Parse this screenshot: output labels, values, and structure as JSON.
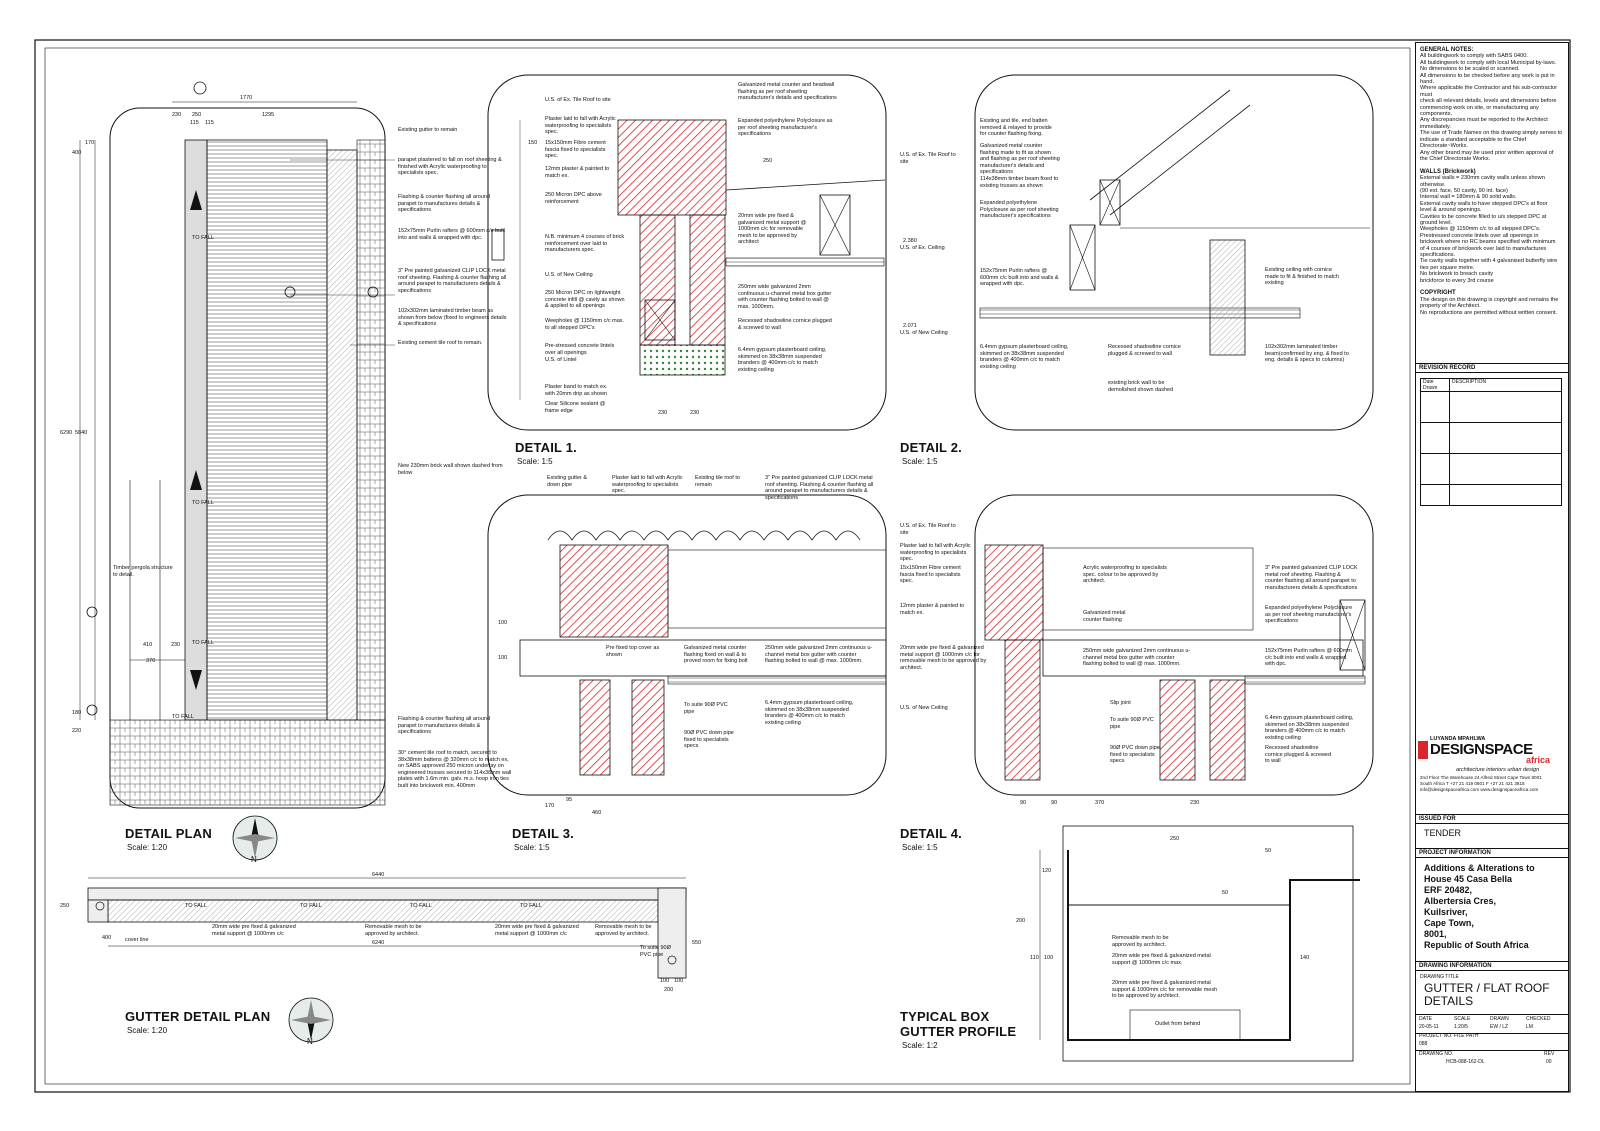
{
  "details": {
    "plan": {
      "title": "DETAIL PLAN",
      "scale": "Scale: 1:20"
    },
    "d1": {
      "title": "DETAIL 1.",
      "scale": "Scale: 1:5"
    },
    "d2": {
      "title": "DETAIL 2.",
      "scale": "Scale: 1:5"
    },
    "d3": {
      "title": "DETAIL 3.",
      "scale": "Scale: 1:5"
    },
    "d4": {
      "title": "DETAIL 4.",
      "scale": "Scale: 1:5"
    },
    "gutter": {
      "title": "GUTTER DETAIL PLAN",
      "scale": "Scale: 1:20"
    },
    "box": {
      "title1": "TYPICAL BOX",
      "title2": "GUTTER PROFILE",
      "scale": "Scale: 1:2"
    }
  },
  "plan_notes": [
    "Existing gutter to remain",
    "parapet plastered to fall on roof sheeting & finished with Acrylic waterproofing to specialists spec.",
    "Flashing & counter flashing all around parapet to manufactures details & specifications",
    "152x75mm Purlin rafters @ 600mm c/c built into and walls & wrapped with dpc.",
    "3\" Pre painted galvanized CLIP LOCK metal roof sheeting. Flashing & counter flashing all around parapet to manufacturers details & specifications",
    "102x302mm laminated timber beam as shown from below (fixed to engineers details & specifications",
    "Existing cement tile roof to remain.",
    "New 230mm brick wall shown dashed from below",
    "Timber pergola structure to detail.",
    "Flashing & counter flashing all around parapet to manufactures details & specifications",
    "30° cement tile roof to match, secured to 38x38mm battens @ 320mm c/c to match ex, on SABS approved 250 micron underlay on engineered trusses secured to 114x38mm wall plates with 1.6m min. galv. m.s. hoop iron ties built into brickwork min. 400mm"
  ],
  "plan_dims": [
    "1770",
    "230",
    "250",
    "115",
    "115",
    "1295",
    "400",
    "170",
    "6290",
    "5840",
    "410",
    "230",
    "370",
    "180",
    "220"
  ],
  "plan_labels": [
    "TO FALL",
    "TO FALL",
    "TO FALL",
    "TO FALL"
  ],
  "d1_notes": [
    "U.S. of Ex. Tile Roof to site",
    "Plaster laid to fall with Acrylic waterproofing to specialists spec.",
    "15x150mm Fibre cement fascia fixed to specialists spec.",
    "12mm plaster & painted to match ex.",
    "250 Micron DPC above reinforcement",
    "N.B. minimum 4 courses of brick reinforcement over laid to manufacturers spec.",
    "U.S. of New Ceiling",
    "250 Micron DPC on lightweight concrete infill @ cavity as shown & applied to all openings",
    "Weepholes @ 1150mm c/c max. to all stepped DPC's",
    "Pre-stressed concrete lintels over all openings",
    "U.S. of Lintel",
    "Plaster band to match ex. with 20mm drip as shown",
    "Clear Silicone sealant @ frame edge",
    "Galvanized metal counter and headwall flashing as per roof sheeting manufacturer's details and specifications",
    "Expanded polyethylene Polyclosure as per roof sheeting manufacturer's specifications",
    "20mm wide pre fixed & galvanized metal support @ 1000mm c/c for removable mesh to be approved by architect",
    "250mm wide galvanized 2mm continuous u-channel metal box gutter with counter flashing bolted to wall @ max. 1000mm.",
    "Recessed shadowline cornice plugged & screwed to wall",
    "6.4mm gypsum plasterboard ceiling, skimmed on 38x38mm suspended branders @ 400mm c/c to match existing ceiling"
  ],
  "d1_dims": [
    "150",
    "250",
    "230",
    "230"
  ],
  "d2_notes": [
    "Existing and tile, end batten removed & relayed to provide for counter flashing fixing.",
    "U.S. of Ex. Tile Roof to site",
    "Galvanized metal counter flashing made to fit as shown and flashing as per roof sheeting manufacturer's details and specifications",
    "114x38mm timber beam fixed to existing trusses as shown",
    "Expanded polyethylene Polyclosure as per roof sheeting manufacturer's specifications",
    "U.S. of Ex. Ceiling",
    "152x75mm Purlin rafters @ 600mm c/c built into and walls & wrapped with dpc.",
    "U.S. of New Ceiling",
    "Existing ceiling with cornice made to fit & finished to match existing",
    "6.4mm gypsum plasterboard ceiling, skimmed on 38x38mm suspended branders @ 400mm c/c to match existing ceiling",
    "Recessed shadowline cornice plugged & screwed to wall",
    "102x302mm laminated timber beam(confirmed by eng. & fixed to eng. details & specs to columns)",
    "existing brick wall to be demolished shown dashed"
  ],
  "d2_levels": [
    "2.380",
    "2.071"
  ],
  "d3_notes": [
    "Existing gutter & down pipe",
    "Plaster laid to fall with Acrylic waterproofing to specialists spec.",
    "Existing tile roof to remain",
    "3\" Pre painted galvanized CLIP LOCK metal roof sheeting. Flashing & counter flashing all around parapet to manufacturers details & specifications",
    "Pre fixed top cover as shown",
    "Galvanized metal counter flashing fixed on wall & to proved room for fixing bolt",
    "250mm wide galvanized 2mm continuous u-channel metal box gutter with counter flashing bolted to wall @ max. 1000mm.",
    "To suite 90Ø PVC pipe",
    "6.4mm gypsum plasterboard ceiling, skimmed on 38x38mm suspended branders @ 400mm c/c to match existing ceiling",
    "90Ø PVC down pipe fixed to specialists specs"
  ],
  "d3_dims": [
    "100",
    "100",
    "170",
    "95",
    "460"
  ],
  "d4_notes": [
    "U.S. of Ex. Tile Roof to site",
    "Plaster laid to fall with Acrylic waterproofing to specialists spec.",
    "15x150mm Fibre cement fascia fixed to specialists spec.",
    "12mm plaster & painted to match ex.",
    "Acrylic waterproofing to specialists spec. colour to be approved by architect.",
    "Galvanized metal counter flashing",
    "3\" Pre painted galvanized CLIP LOCK metal roof sheeting. Flashing & counter flashing all around parapet to manufacturers details & specifications",
    "Expanded polyethylene Polyclosure as per roof sheeting manufacturer's specifications",
    "20mm wide pre fixed & galvanized metal support @ 1000mm c/c for removable mesh to be approved by architect.",
    "250mm wide galvanized 2mm continuous u-channel metal box gutter with counter flashing bolted to wall @ max. 1000mm.",
    "152x75mm Purlin rafters @ 600mm c/c built into end walls & wrapped with dpc.",
    "U.S. of New Ceiling",
    "Slip joint",
    "To suite 90Ø PVC pipe",
    "90Ø PVC down pipe fixed to specialists specs",
    "6.4mm gypsum plasterboard ceiling, skimmed on 38x38mm suspended branders @ 400mm c/c to match existing ceiling",
    "Recessed shadowline cornice plugged & screwed to wall"
  ],
  "d4_dims": [
    "90",
    "90",
    "370",
    "230"
  ],
  "gutter_notes": [
    "20mm wide pre fixed & galvanized metal support @ 1000mm c/c",
    "Removable mesh to be approved by architect.",
    "20mm wide pre fixed & galvanized metal support @ 1000mm c/c",
    "Removable mesh to be approved by architect.",
    "To suite 90Ø PVC pipe"
  ],
  "gutter_labels": [
    "TO FALL",
    "TO FALL",
    "TO FALL",
    "TO FALL",
    "cover line"
  ],
  "gutter_dims": [
    "6440",
    "6240",
    "400",
    "250",
    "200",
    "550",
    "100",
    "100"
  ],
  "box_notes": [
    "Removable mesh to be approved by architect.",
    "20mm wide pre fixed & galvanized metal support @ 1000mm c/c max.",
    "20mm wide pre fixed & galvanized metal support & 1000mm c/c for removable mesh to be approved by architect.",
    "Outlet from behind"
  ],
  "box_dims": [
    "250",
    "50",
    "50",
    "120",
    "200",
    "110",
    "100",
    "140"
  ],
  "general_notes": {
    "heading": "GENERAL NOTES:",
    "lines": [
      "All buildingwork to comply with SABS 0400.",
      "All buildingwork to comply with local Municipal by-laws.",
      "No dimensions to be scaled or scanned.",
      "All dimensions to be checked before any work is put in hand.",
      "Where applicable the Contractor and his sub-contractor must",
      "check all relevant details, levels and dimensions before",
      "commencing work on site, or manufacturing any components.",
      "Any discrepancies must be reported to the Architect",
      "immediately.",
      "The use of Trade Names on this drawing simply serves to",
      "indicate a standard acceptable to the Chief Directorate~Works.",
      "Any other brand may be used prior written approval of",
      "the Chief Directorate Works."
    ],
    "walls_heading": "WALLS (Brickwork)",
    "walls_lines": [
      "External walls = 230mm cavity walls unless shown otherwise.",
      "(90 ext. face, 50 cavity, 90 int. face)",
      "Internal wall = 180mm & 90 solid walls.",
      "External cavity walls to have stepped DPC's at floor",
      "level & around openings.",
      "Cavities to be concrete filled to u/s stepped DPC at",
      "ground level.",
      "Weepholes @ 1150mm c/c to all stepped DPC's.",
      "Prestressed concrete lintels over all openings in",
      "brickwork where no RC beams specified with minimum",
      "of 4 courses of brickwork over laid to manufactures",
      "specifications.",
      "Tie cavity walls together with 4 galvanised butterfly wire",
      "ties per square metre.",
      "No brickwork to breach cavity",
      "brickforce to every 3rd course"
    ],
    "copy_heading": "COPYRIGHT",
    "copy_lines": [
      "The design on this drawing is copyright and remains the",
      "property of the Architect.",
      "No reproductions are permitted without written consent."
    ]
  },
  "revision": {
    "heading": "REVISION RECORD",
    "col_date": "Date",
    "col_drawn": "Drawn",
    "col_desc": "DESCRIPTION"
  },
  "firm": {
    "name_top": "LUYANDA MPAHLWA",
    "name_main": "DESIGNSPACE",
    "name_sub": "africa",
    "tagline": "architecture  interiors  urban design",
    "address1": "2nd Floor The Warehouse 24 Alfred Street Cape Town 8001",
    "address2": "South Africa  T +27 21 419 0601  F +27 21 421 3815",
    "address3": "info@designspaceafrica.com  www.designspaceafrica.com"
  },
  "issued": {
    "heading": "ISSUED FOR",
    "value": "TENDER"
  },
  "project": {
    "heading": "PROJECT INFORMATION",
    "lines": [
      "Additions & Alterations to",
      "House 45 Casa Bella",
      "ERF 20482,",
      "Albertersia Cres,",
      "Kuilsriver,",
      "Cape Town,",
      "8001,",
      "Republic of South Africa"
    ]
  },
  "drawing": {
    "heading": "DRAWING INFORMATION",
    "title_label": "DRAWING TITLE",
    "title1": "GUTTER / FLAT ROOF",
    "title2": "DETAILS",
    "date_label": "DATE",
    "date": "20-05-11",
    "scale_label": "SCALE",
    "scale": "1:20/5",
    "drawn_label": "DRAWN",
    "drawn": "EW / LZ",
    "checked_label": "CHECKED",
    "checked": "LM",
    "project_no_label": "PROJECT NO.",
    "project_no": "088",
    "file_label": "FILE PATH",
    "drawing_no_label": "DRAWING NO.",
    "drawing_no": "HCB-088-162-DL",
    "rev_label": "REV",
    "rev": "00"
  },
  "north": "N",
  "colors": {
    "brick": "#d9262c",
    "insul": "#2e8b2e",
    "line": "#111111",
    "gray": "#888888"
  }
}
